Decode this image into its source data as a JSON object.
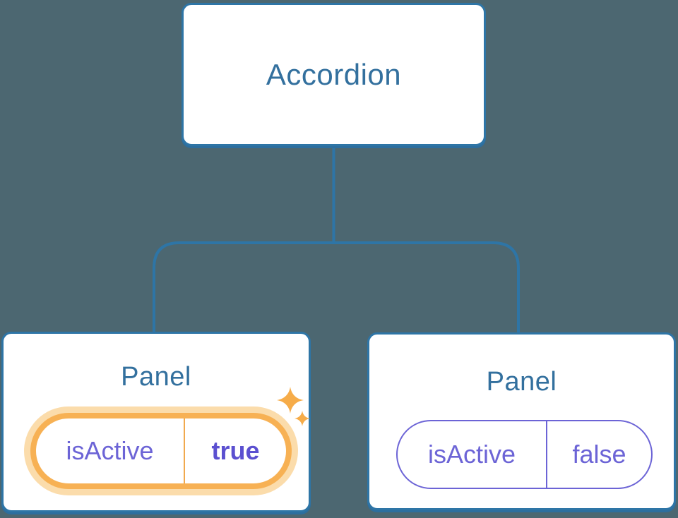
{
  "diagram": {
    "root": {
      "label": "Accordion"
    },
    "panels": [
      {
        "title": "Panel",
        "prop_name": "isActive",
        "prop_value": "true",
        "state": "active",
        "highlighted": true
      },
      {
        "title": "Panel",
        "prop_name": "isActive",
        "prop_value": "false",
        "state": "inactive",
        "highlighted": false
      }
    ]
  },
  "icons": {
    "sparkles": {
      "name": "sparkles-icon",
      "glyph": "✦✧"
    }
  },
  "colors": {
    "background": "#4C6771",
    "connector_blue": "#2E75A6",
    "node_border_blue": "#2E75A6",
    "node_shadow_blue": "#2D6E9E",
    "node_text_blue": "#33709E",
    "prop_purple": "#6C64D6",
    "prop_purple_bold": "#5B50D0",
    "highlight_orange": "#F7B154",
    "highlight_glow": "#FBDCAB",
    "highlight_divider": "#F1A94E",
    "sparkle_orange": "#F6AC49",
    "node_fill": "#FFFFFF"
  }
}
